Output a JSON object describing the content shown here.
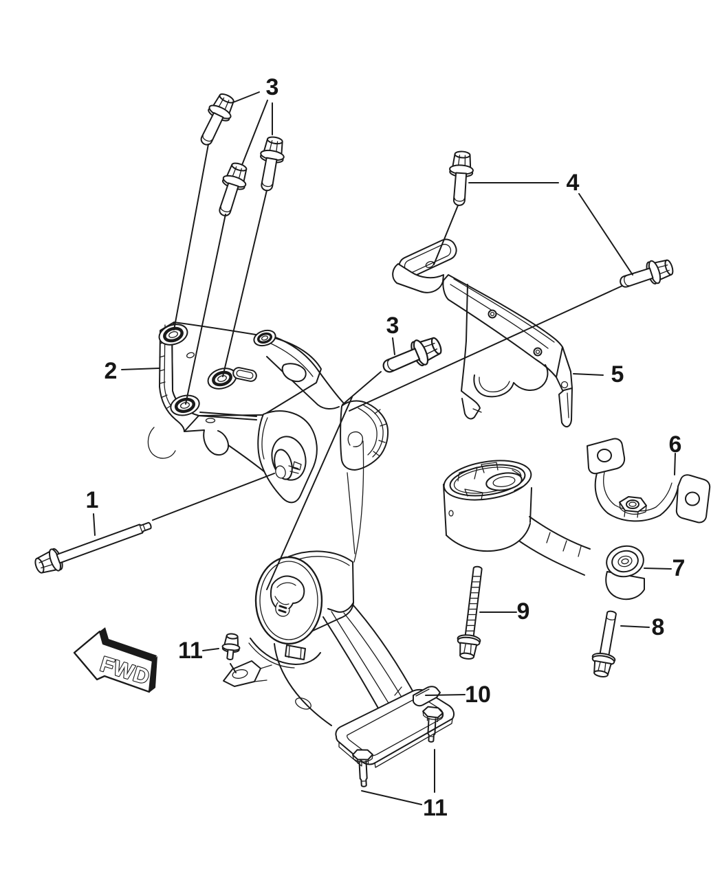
{
  "diagram": {
    "fwd_label": "FWD",
    "line_color": "#1a1a1a",
    "background": "#ffffff",
    "callouts": [
      {
        "id": "3-top",
        "label": "3"
      },
      {
        "id": "4",
        "label": "4"
      },
      {
        "id": "2",
        "label": "2"
      },
      {
        "id": "3-mid",
        "label": "3"
      },
      {
        "id": "5",
        "label": "5"
      },
      {
        "id": "6",
        "label": "6"
      },
      {
        "id": "1",
        "label": "1"
      },
      {
        "id": "7",
        "label": "7"
      },
      {
        "id": "9",
        "label": "9"
      },
      {
        "id": "8",
        "label": "8"
      },
      {
        "id": "11-left",
        "label": "11"
      },
      {
        "id": "10",
        "label": "10"
      },
      {
        "id": "11-bottom",
        "label": "11"
      }
    ]
  }
}
